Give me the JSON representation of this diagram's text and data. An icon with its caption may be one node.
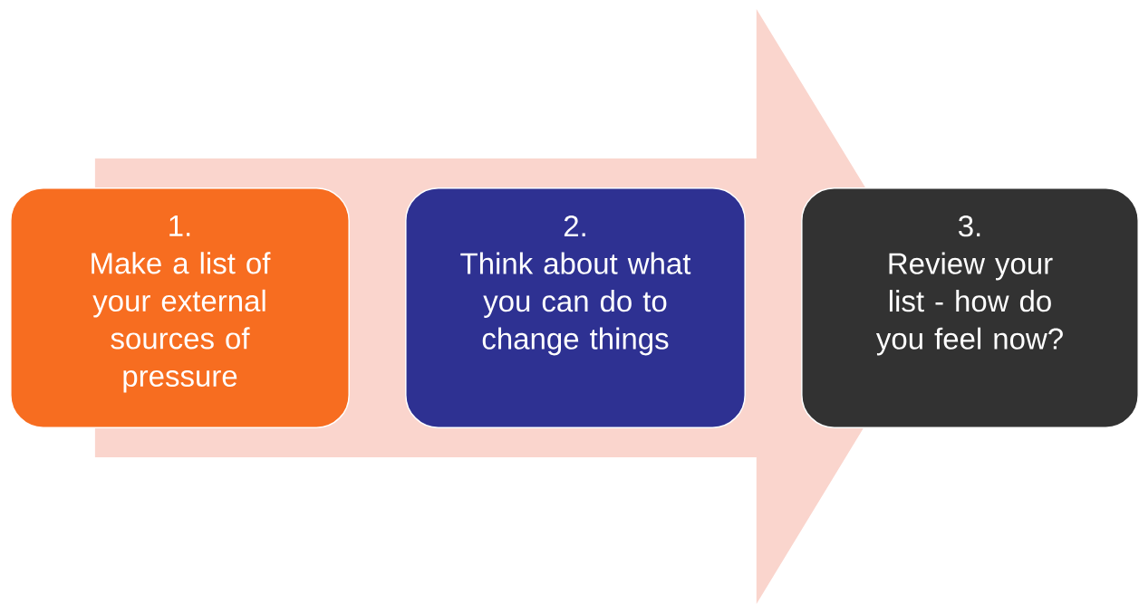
{
  "diagram": {
    "nodes": [
      {
        "text": [
          "1.",
          "Make a list of your external sources of pressure"
        ]
      },
      {
        "text": [
          "2.",
          "Think about what you can do to change things"
        ]
      },
      {
        "text": [
          "3.",
          "Review your list - how do you feel now?"
        ]
      }
    ],
    "edges": [
      {
        "from": 0,
        "to": 2,
        "arrow": "to"
      }
    ]
  }
}
